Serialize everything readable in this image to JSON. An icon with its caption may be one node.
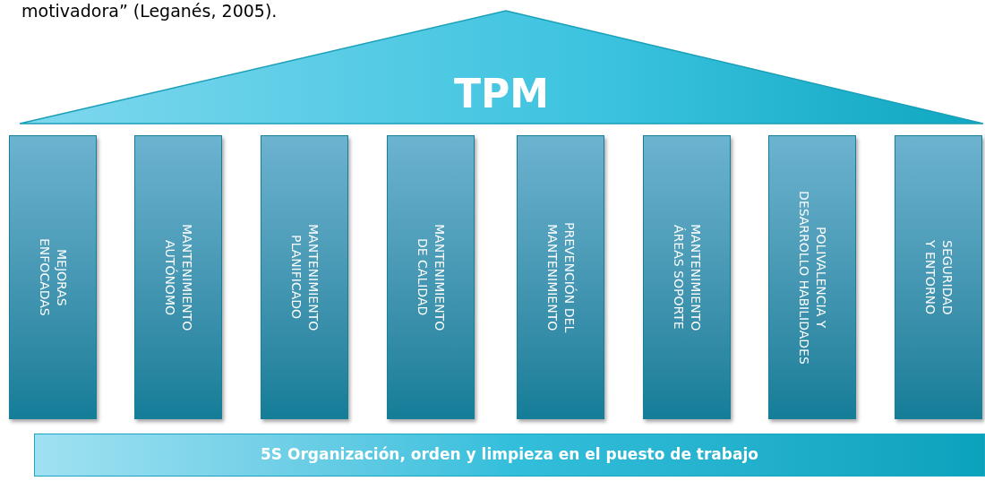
{
  "diagram": {
    "nodes": [
      {
        "text": [
          "TPM"
        ]
      },
      {
        "text": [
          "MEJORAS ENFOCADAS"
        ]
      },
      {
        "text": [
          "MANTENIMIENTO AUTÓNOMO"
        ]
      },
      {
        "text": [
          "MANTENIMIENTO PLANIFICADO"
        ]
      },
      {
        "text": [
          "MANTENIMIENTO DE CALIDAD"
        ]
      },
      {
        "text": [
          "PREVENCIÓN DEL MANTENIMIENTO"
        ]
      },
      {
        "text": [
          "MANTENIMIENTO ÁREAS SOPORTE"
        ]
      },
      {
        "text": [
          "POLIVALENCIA Y DESARROLLO HABILIDADES"
        ]
      },
      {
        "text": [
          "SEGURIDAD Y ENTORNO"
        ]
      },
      {
        "text": [
          "5S Organización, orden y limpieza en el puesto de trabajo"
        ]
      }
    ],
    "edges": [],
    "labels": [
      "motivadora” (Leganés, 2005)."
    ]
  }
}
